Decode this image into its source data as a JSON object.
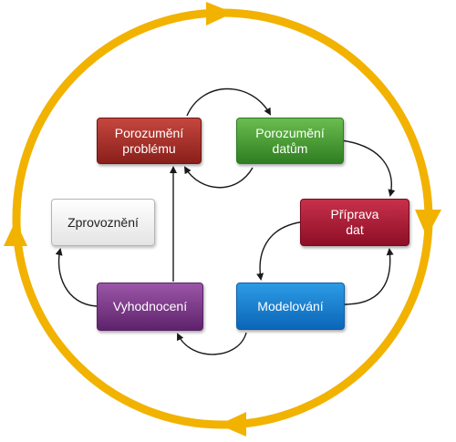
{
  "nodes": {
    "business_understanding": "Porozumění\nproblému",
    "data_understanding": "Porozumění\ndatům",
    "data_preparation": "Příprava\ndat",
    "modeling": "Modelování",
    "evaluation": "Vyhodnocení",
    "deployment": "Zprovoznění"
  },
  "colors": {
    "outer_cycle": "#f2b200",
    "connectors": "#1a1a1a",
    "business_understanding": "#a8312a",
    "data_understanding": "#4ea33a",
    "data_preparation": "#a81c36",
    "modeling": "#1c80d0",
    "evaluation": "#7d3b8a",
    "deployment": "#f2f2f2"
  }
}
